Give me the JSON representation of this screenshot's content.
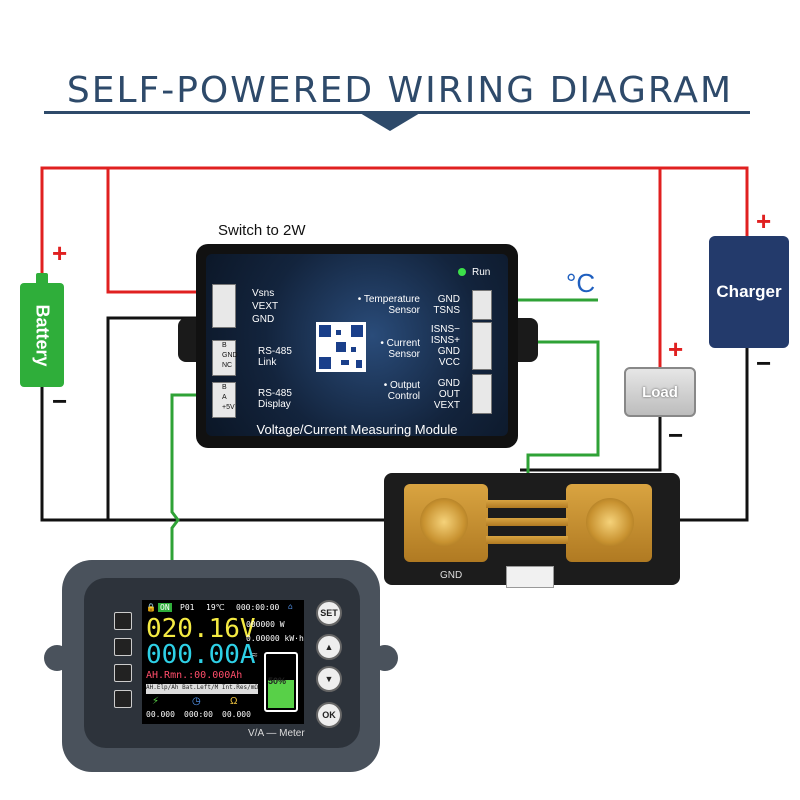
{
  "title": "SELF-POWERED WIRING DIAGRAM",
  "switch_label": "Switch to 2W",
  "battery": {
    "label": "Battery",
    "plus": "+",
    "minus": "−"
  },
  "charger": {
    "label": "Charger",
    "plus": "+",
    "minus": "−"
  },
  "load": {
    "label": "Load",
    "plus": "+",
    "minus": "−"
  },
  "temp_unit": "°C",
  "module": {
    "name": "Voltage/Current Measuring Module",
    "run": "Run",
    "left_pins": [
      "Vsns",
      "VEXT",
      "GND"
    ],
    "rs485_link": {
      "pins": [
        "B",
        "GND",
        "NC"
      ],
      "label_1": "RS-485",
      "label_2": "Link"
    },
    "rs485_display": {
      "pins": [
        "B",
        "A",
        "+5V"
      ],
      "label_1": "RS-485",
      "label_2": "Display"
    },
    "temp_sensor": {
      "label_1": "Temperature",
      "label_2": "Sensor",
      "pins": [
        "GND",
        "TSNS"
      ]
    },
    "current_sensor": {
      "label_1": "Current",
      "label_2": "Sensor",
      "pins": [
        "ISNS−",
        "ISNS+",
        "GND",
        "VCC"
      ]
    },
    "output_control": {
      "label_1": "Output",
      "label_2": "Control",
      "pins": [
        "GND",
        "OUT",
        "VEXT"
      ]
    }
  },
  "shunt": {
    "gnd": "GND"
  },
  "meter": {
    "status": {
      "on": "ON",
      "p": "P01",
      "temp": "19℃",
      "time": "000:00:00"
    },
    "voltage": "020.16V",
    "current": "000.00A",
    "power": "000000 W",
    "energy": "0.00000 kW·h",
    "ah_remain": "AH.Rmn.:00.000Ah",
    "battery_pct": "50%",
    "stats": [
      {
        "label": "AH.Elp/Ah",
        "value": "00.000"
      },
      {
        "label": "Bat.Left/M",
        "value": "000:00"
      },
      {
        "label": "Int.Res/mΩ",
        "value": "00.000"
      }
    ],
    "buttons": [
      "SET",
      "OK"
    ],
    "brand": "V/A — Meter"
  },
  "colors": {
    "wire_red": "#e02020",
    "wire_black": "#111111",
    "wire_green": "#2fa236",
    "title": "#2e4a6a"
  }
}
